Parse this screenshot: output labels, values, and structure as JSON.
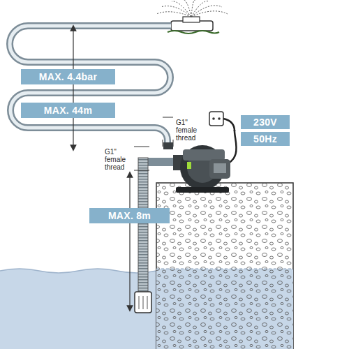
{
  "diagram": {
    "nodes": [
      {
        "text": [
          "MAX. 4.4bar"
        ]
      },
      {
        "text": [
          "MAX. 44m"
        ]
      },
      {
        "text": [
          "230V"
        ]
      },
      {
        "text": [
          "50Hz"
        ]
      },
      {
        "text": [
          "MAX. 8m"
        ]
      }
    ],
    "labels": [
      "G1\" female thread",
      "G1\" female thread"
    ]
  }
}
